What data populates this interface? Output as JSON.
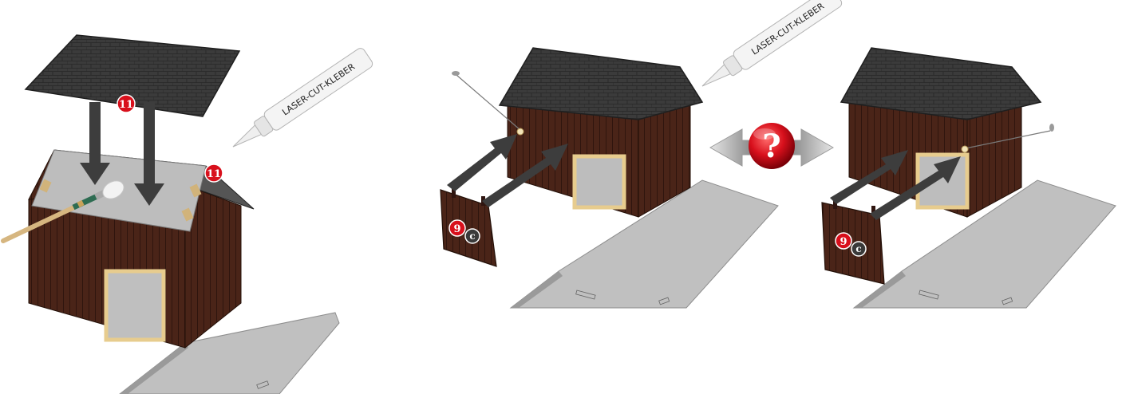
{
  "colors": {
    "wood": "#4a2418",
    "wood_dark": "#2f1510",
    "roof": "#3a3a3a",
    "base": "#bdbdbd",
    "arrow": "#3d3d3d",
    "badge_red": "#d8101c",
    "badge_grey": "#3a3a3a"
  },
  "panel_left": {
    "roof_step_number": "11",
    "gable_step_number": "11",
    "glue_label": "LASER-CUT-KLEBER"
  },
  "panel_middle": {
    "door_step_number": "9",
    "door_step_letter": "c",
    "glue_label": "LASER-CUT-KLEBER"
  },
  "center_symbol": {
    "mark": "?",
    "icon": "question-double-arrow-icon"
  },
  "panel_right": {
    "door_step_number": "9",
    "door_step_letter": "c"
  }
}
